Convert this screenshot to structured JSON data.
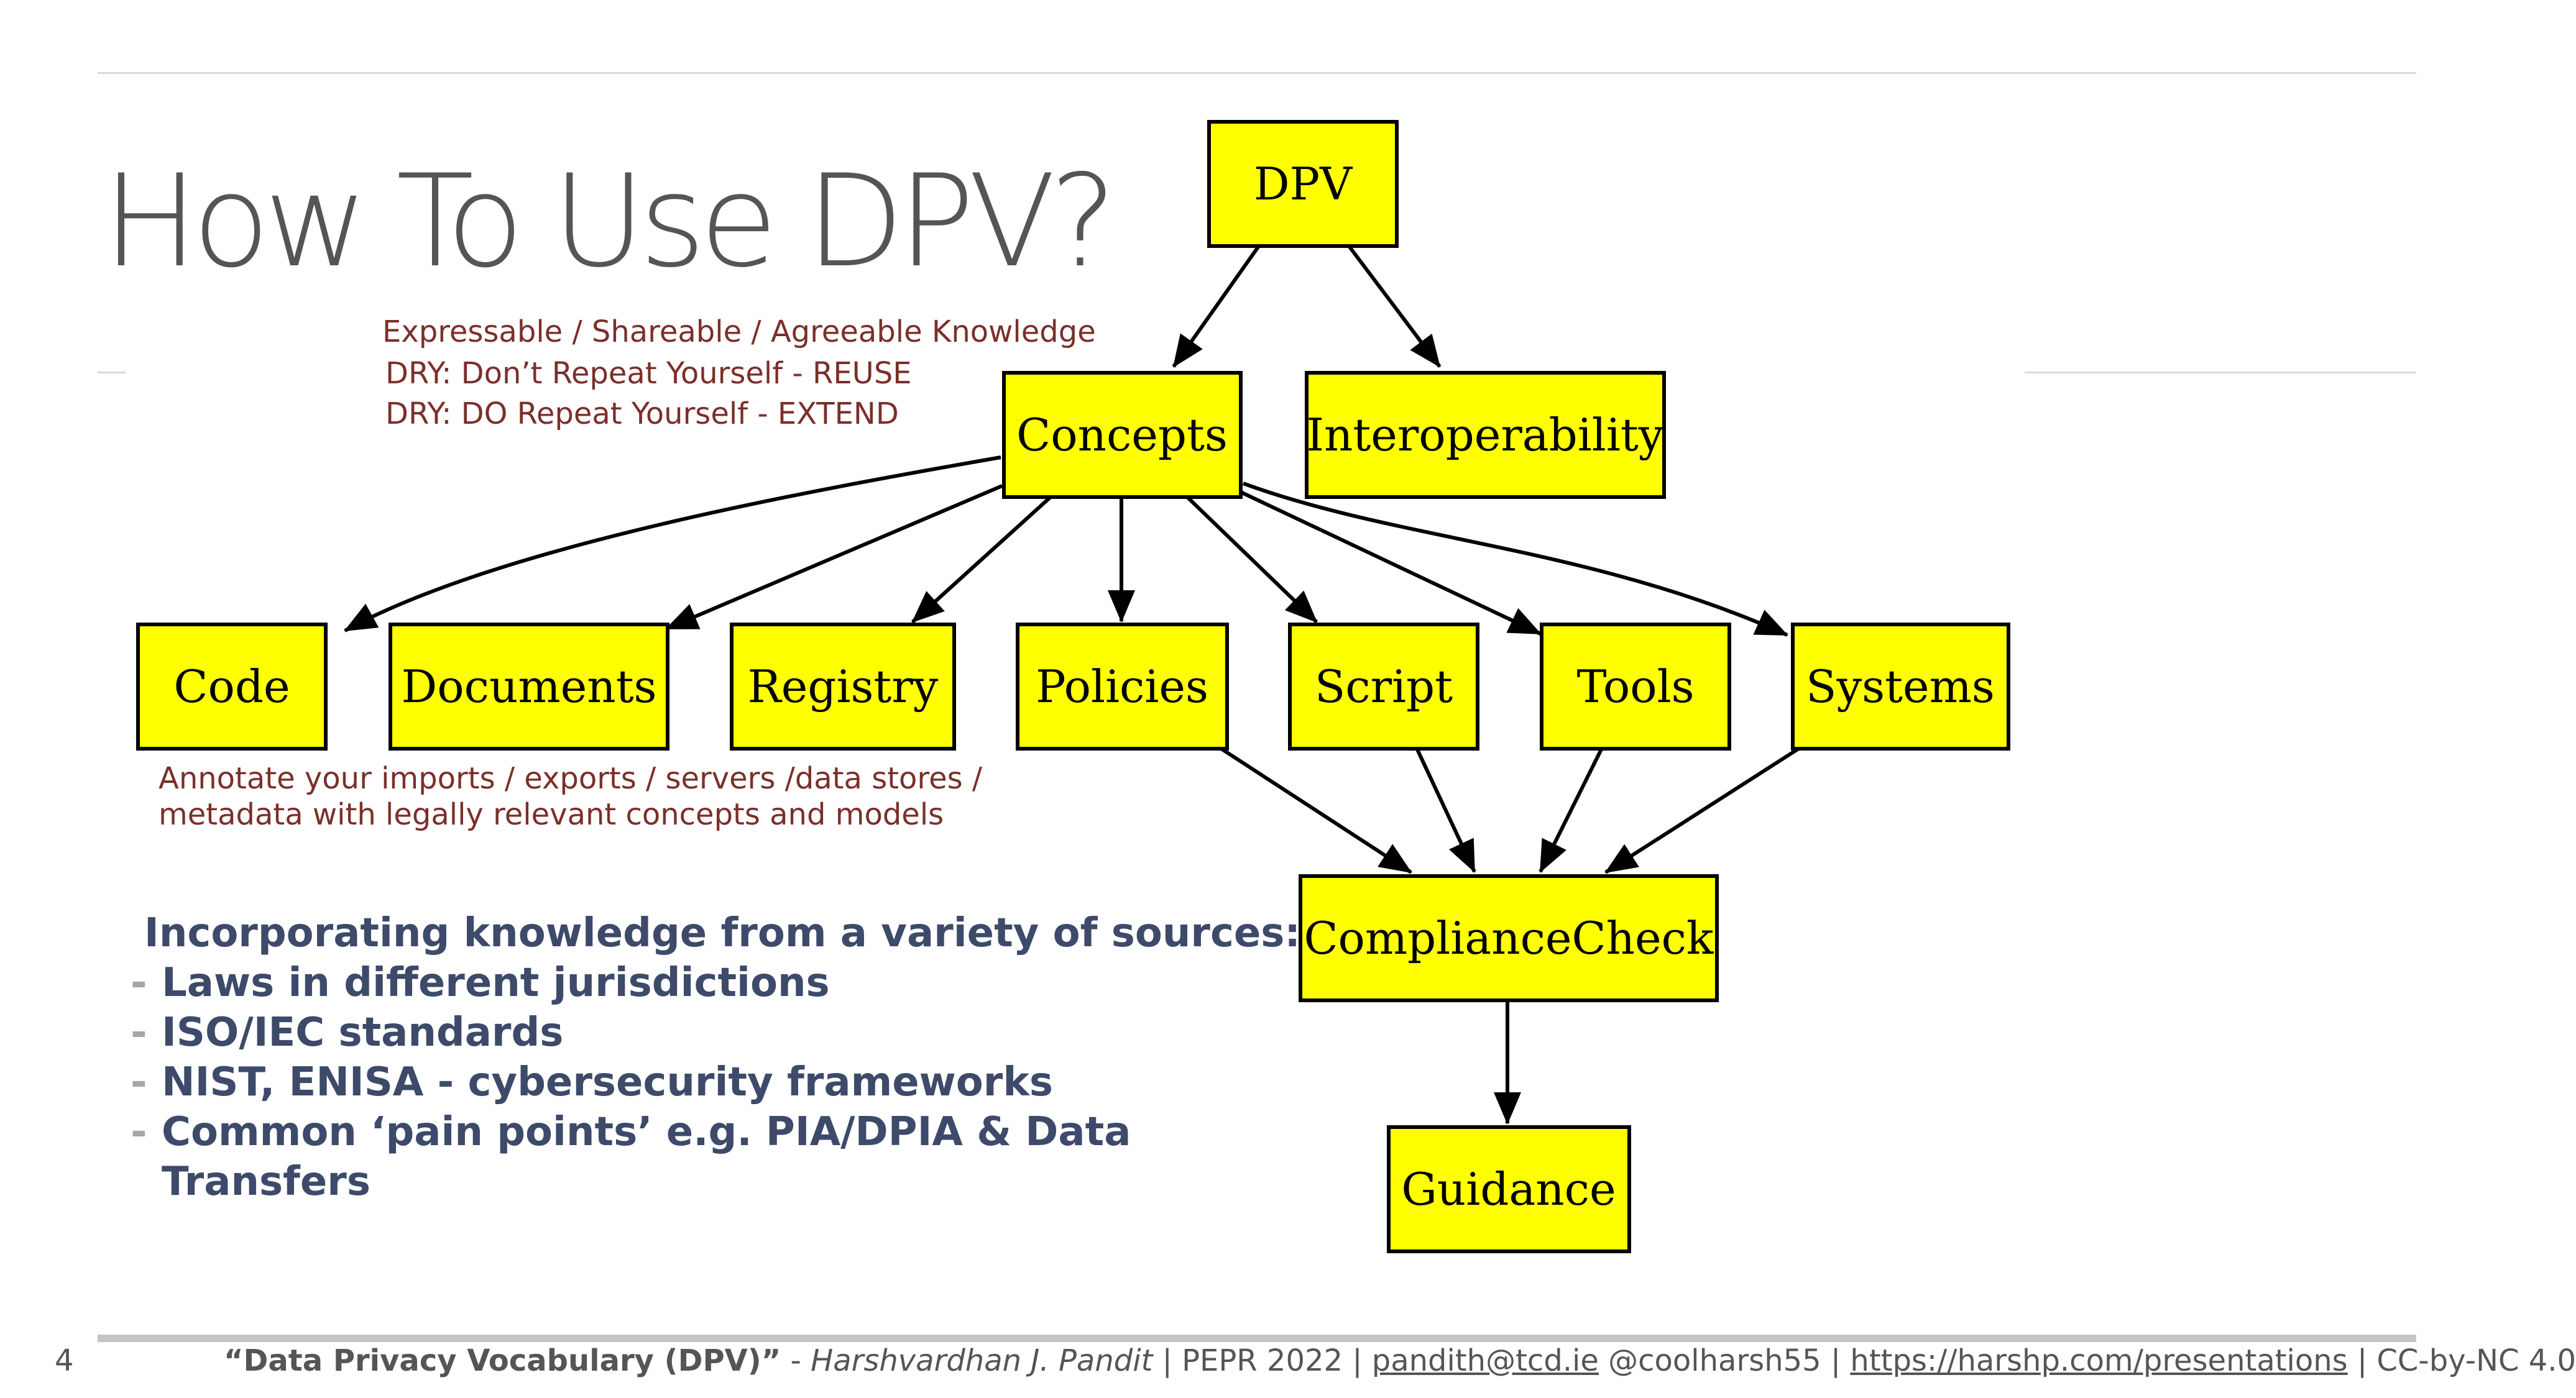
{
  "slide": {
    "title": "How To Use DPV?",
    "page_number": "4"
  },
  "notes": {
    "knowledge": [
      "Expressable / Shareable / Agreeable Knowledge",
      "DRY: Don’t Repeat Yourself - REUSE",
      "DRY: DO Repeat Yourself - EXTEND"
    ],
    "annotate": [
      "Annotate your imports / exports / servers /data stores /",
      "metadata with legally relevant concepts and models"
    ]
  },
  "diagram": {
    "node_fill": "#ffff00",
    "nodes": {
      "dpv": "DPV",
      "concepts": "Concepts",
      "interoperability": "Interoperability",
      "code": "Code",
      "documents": "Documents",
      "registry": "Registry",
      "policies": "Policies",
      "script": "Script",
      "tools": "Tools",
      "systems": "Systems",
      "compliance_check": "ComplianceCheck",
      "guidance": "Guidance"
    },
    "edges": [
      [
        "DPV",
        "Concepts"
      ],
      [
        "DPV",
        "Interoperability"
      ],
      [
        "Concepts",
        "Code"
      ],
      [
        "Concepts",
        "Documents"
      ],
      [
        "Concepts",
        "Registry"
      ],
      [
        "Concepts",
        "Policies"
      ],
      [
        "Concepts",
        "Script"
      ],
      [
        "Concepts",
        "Tools"
      ],
      [
        "Concepts",
        "Systems"
      ],
      [
        "Policies",
        "ComplianceCheck"
      ],
      [
        "Script",
        "ComplianceCheck"
      ],
      [
        "Tools",
        "ComplianceCheck"
      ],
      [
        "Systems",
        "ComplianceCheck"
      ],
      [
        "ComplianceCheck",
        "Guidance"
      ]
    ]
  },
  "sources": {
    "heading": "Incorporating knowledge from a variety of sources:",
    "items": [
      "Laws in different jurisdictions",
      "ISO/IEC standards",
      "NIST, ENISA - cybersecurity frameworks",
      "Common ‘pain points’ e.g. PIA/DPIA & Data",
      "Transfers"
    ]
  },
  "footer": {
    "title": "“Data Privacy Vocabulary (DPV)”",
    "separator": " - ",
    "author": "Harshvardhan J. Pandit",
    "event": " | PEPR 2022 | ",
    "email": "pandith@tcd.ie",
    "handle": " @coolharsh55 | ",
    "url": "https://harshp.com/presentations",
    "license": " | CC-by-NC 4.0"
  }
}
